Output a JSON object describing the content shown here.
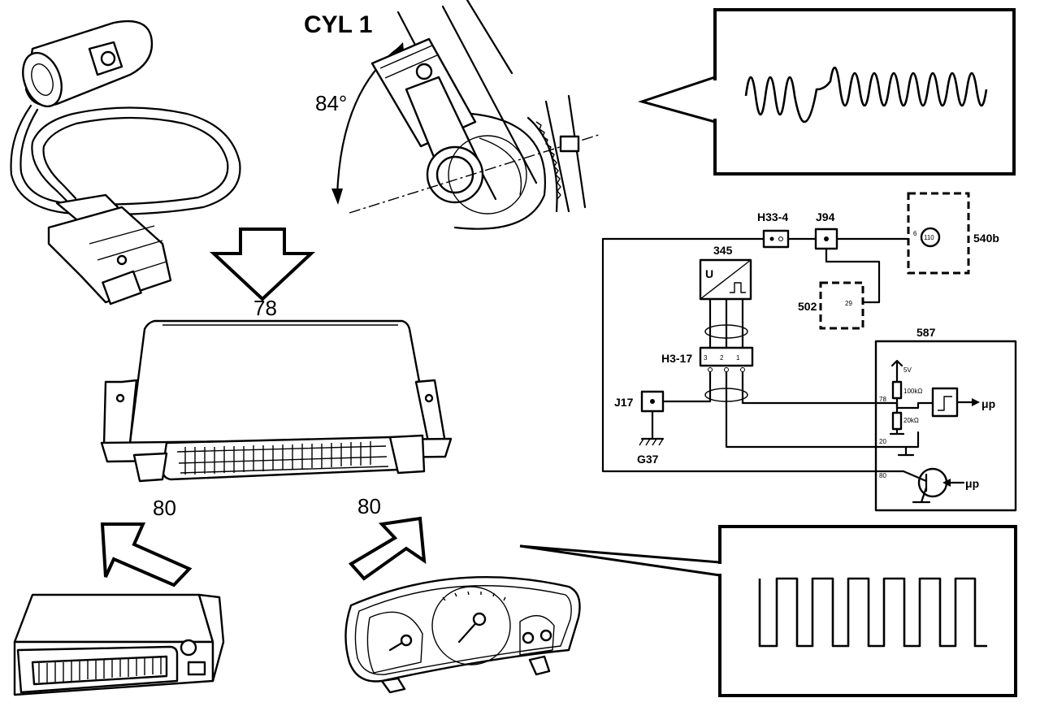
{
  "labels": {
    "cyl": "CYL 1",
    "angle": "84°",
    "ecu": "78",
    "arrow_left": "80",
    "arrow_right": "80"
  },
  "circuit": {
    "h33": "H33-4",
    "j94": "J94",
    "c110": "110",
    "c540b": "540b",
    "pin6": "6",
    "c345": "345",
    "u": "U",
    "c502": "502",
    "pin29": "29",
    "h317": "H3-17",
    "pin3": "3",
    "pin2": "2",
    "pin1": "1",
    "c587": "587",
    "v5": "5V",
    "r100": "100kΩ",
    "r20": "20kΩ",
    "pin78": "78",
    "pin20": "20",
    "pin80": "80",
    "j17": "J17",
    "g37": "G37",
    "up1": "μp",
    "up2": "μp"
  }
}
